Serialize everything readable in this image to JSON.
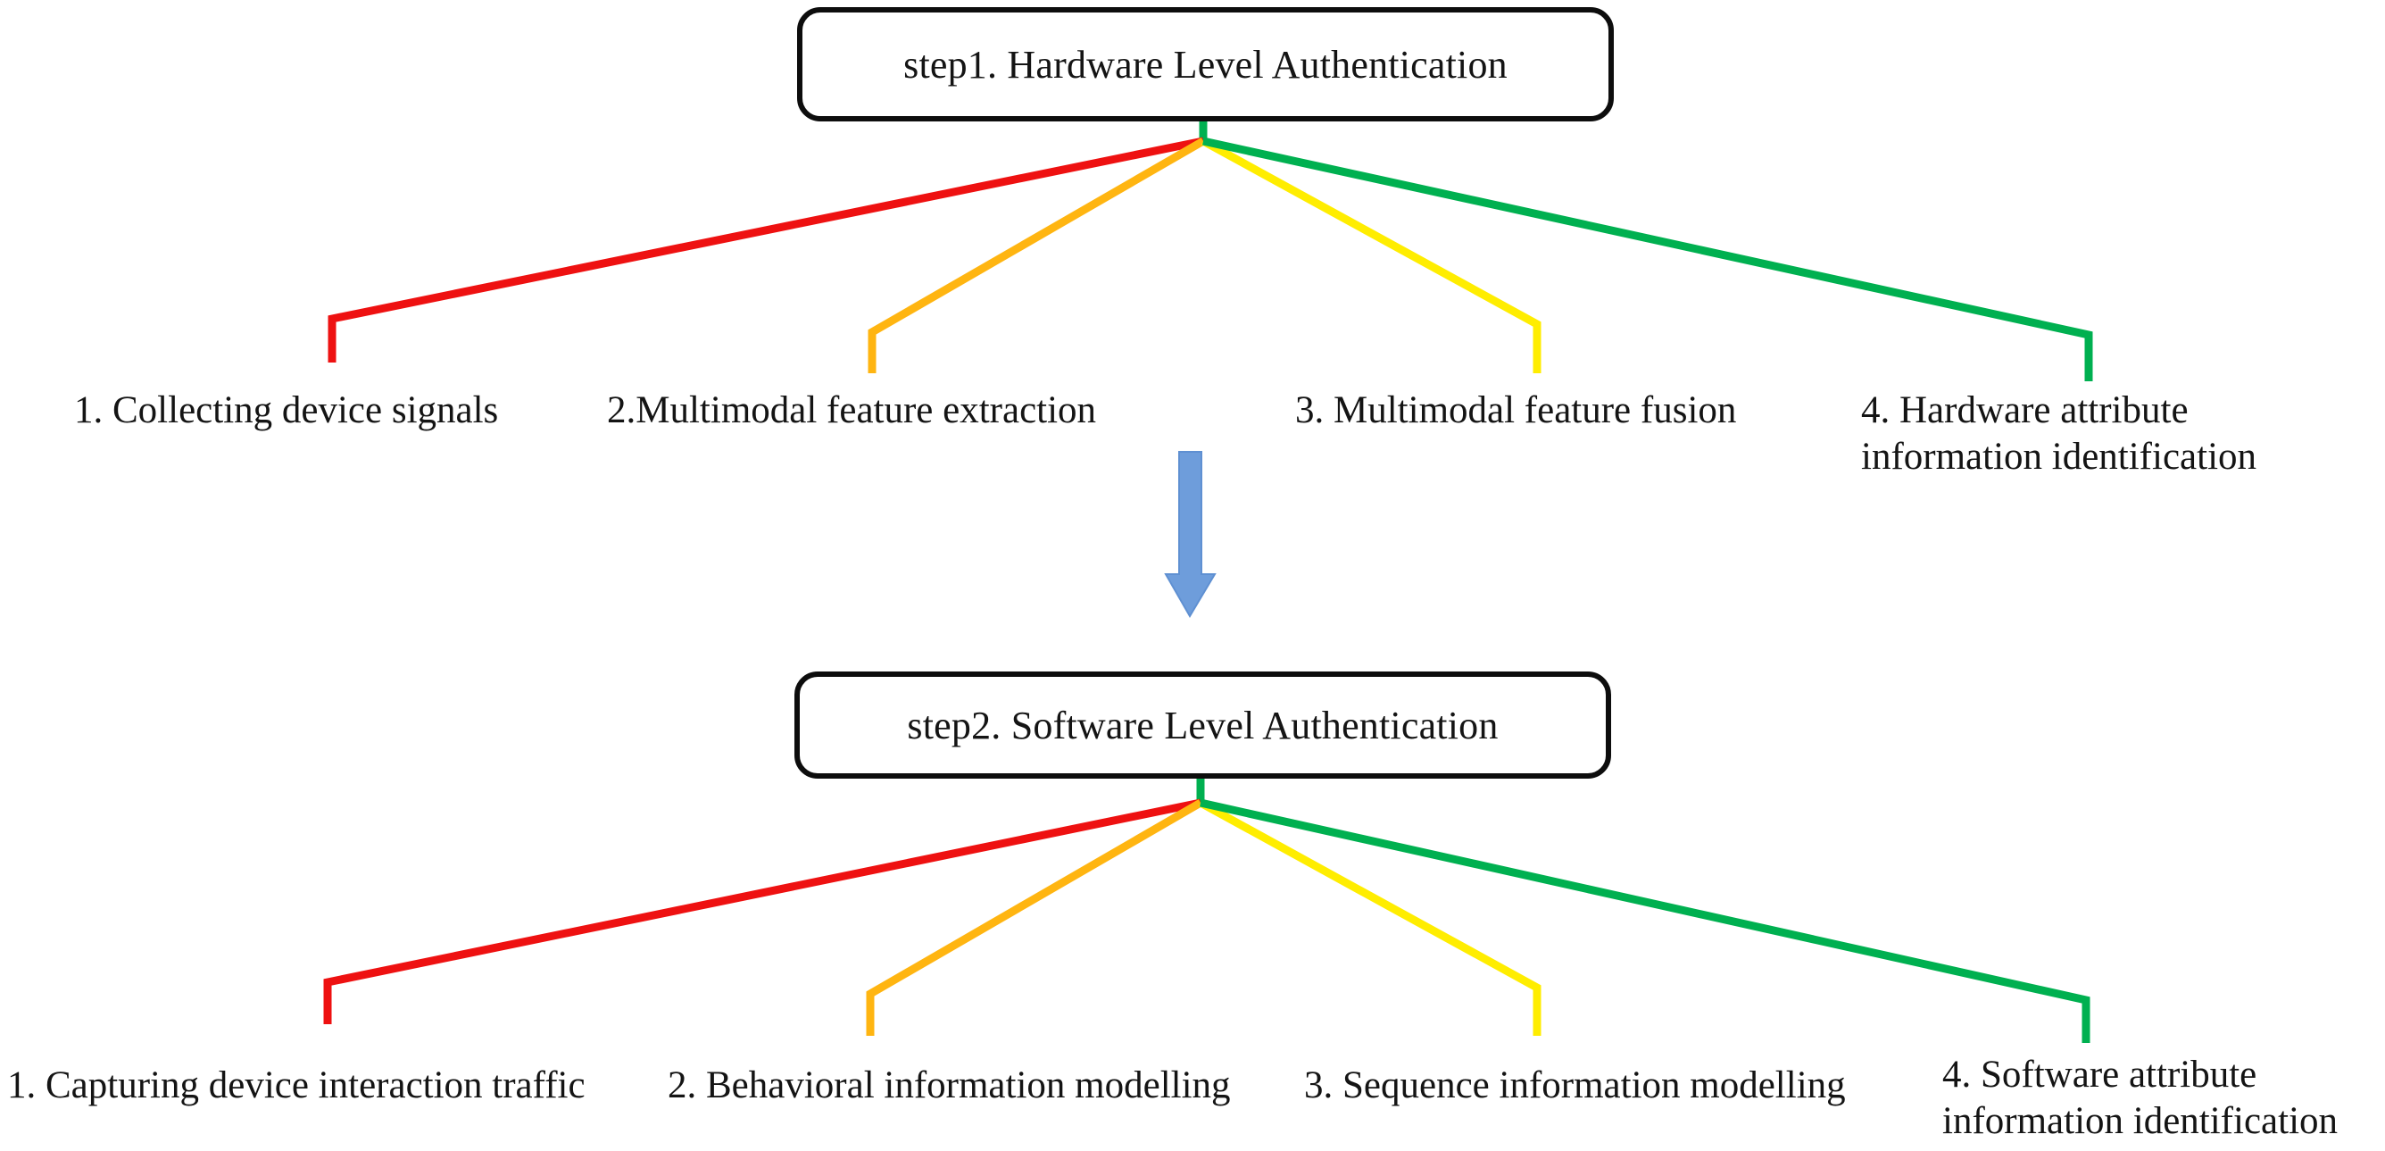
{
  "diagram": {
    "title_step1": "step1. Hardware Level Authentication",
    "title_step2": "step2. Software Level Authentication",
    "colors": {
      "branch_red": "#ee1111",
      "branch_orange": "#ffb511",
      "branch_yellow": "#ffed00",
      "branch_green": "#00b050",
      "arrow_blue": "#6e9ddb",
      "box_border": "#0d0d0d",
      "text": "#141414",
      "background": "#ffffff"
    },
    "steps": [
      {
        "id": "step1",
        "title": "step1. Hardware Level Authentication",
        "leaves": [
          {
            "label": "1. Collecting device signals",
            "branch_color": "#ee1111"
          },
          {
            "label": "2.Multimodal feature extraction",
            "branch_color": "#ffb511"
          },
          {
            "label": "3. Multimodal feature fusion",
            "branch_color": "#ffed00"
          },
          {
            "label": "4. Hardware attribute\ninformation identification",
            "branch_color": "#00b050"
          }
        ]
      },
      {
        "id": "step2",
        "title": "step2. Software Level Authentication",
        "leaves": [
          {
            "label": "1. Capturing device interaction traffic",
            "branch_color": "#ee1111"
          },
          {
            "label": "2. Behavioral information modelling",
            "branch_color": "#ffb511"
          },
          {
            "label": "3. Sequence information modelling",
            "branch_color": "#ffed00"
          },
          {
            "label": "4. Software attribute\ninformation identification",
            "branch_color": "#00b050"
          }
        ]
      }
    ],
    "connector": {
      "name": "down-arrow",
      "color": "#6e9ddb"
    }
  }
}
